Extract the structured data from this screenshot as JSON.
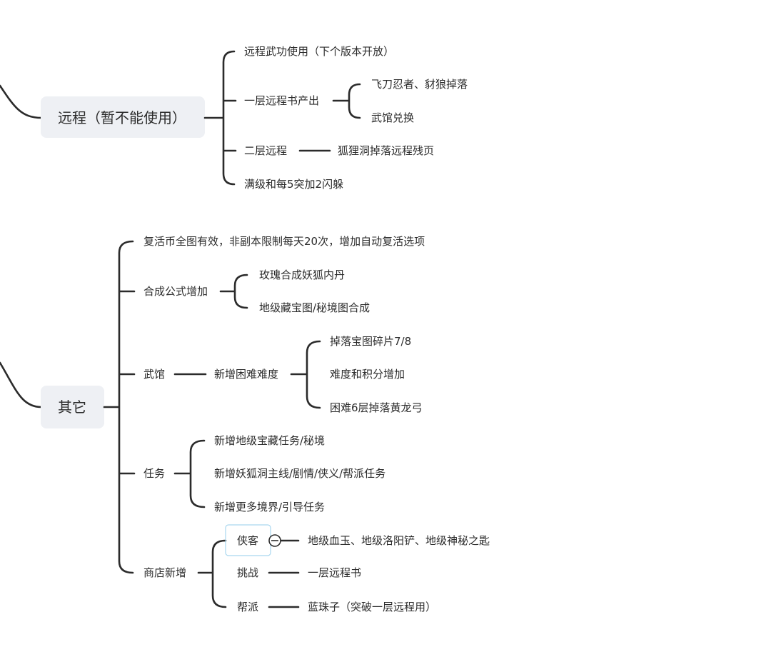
{
  "topics": {
    "ranged": {
      "label": "远程（暂不能使用）",
      "children": {
        "r1": "远程武功使用（下个版本开放）",
        "r2": "一层远程书产出",
        "r2a": "飞刀忍者、豺狼掉落",
        "r2b": "武馆兑换",
        "r3": "二层远程",
        "r3a": "狐狸洞掉落远程残页",
        "r4": "满级和每5突加2闪躲"
      }
    },
    "other": {
      "label": "其它",
      "children": {
        "o1": "复活币全图有效，非副本限制每天20次，增加自动复活选项",
        "o2": "合成公式增加",
        "o2a": "玫瑰合成妖狐内丹",
        "o2b": "地级藏宝图/秘境图合成",
        "o3": "武馆",
        "o3a": "新增困难难度",
        "o3a1": "掉落宝图碎片7/8",
        "o3a2": "难度和积分增加",
        "o3a3": "困难6层掉落黄龙弓",
        "o4": "任务",
        "o4a": "新增地级宝藏任务/秘境",
        "o4b": "新增妖狐洞主线/剧情/侠义/帮派任务",
        "o4c": "新增更多境界/引导任务",
        "o5": "商店新增",
        "o5a": "侠客",
        "o5a1": "地级血玉、地级洛阳铲、地级神秘之匙",
        "o5b": "挑战",
        "o5b1": "一层远程书",
        "o5c": "帮派",
        "o5c1": "蓝珠子（突破一层远程用）"
      }
    }
  }
}
